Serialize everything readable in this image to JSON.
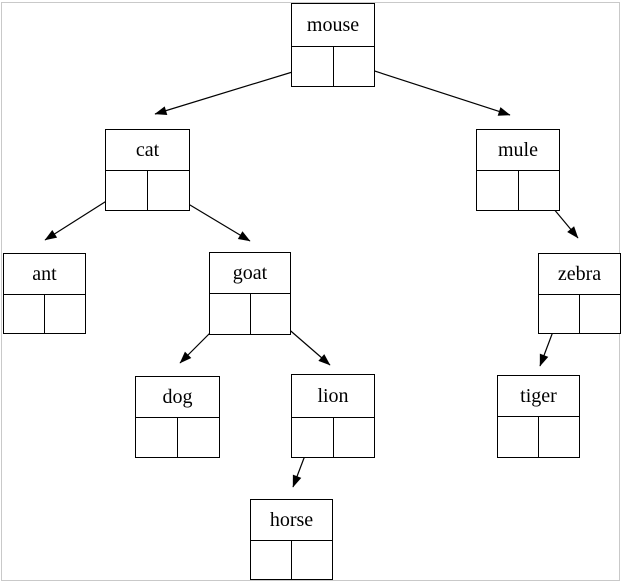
{
  "figure": {
    "type": "binary-tree-node-diagram",
    "background": "#ffffff",
    "frame_color": "#c9c9c9",
    "line_color": "#000000",
    "nodes": [
      {
        "id": "mouse",
        "label": "mouse"
      },
      {
        "id": "cat",
        "label": "cat"
      },
      {
        "id": "mule",
        "label": "mule"
      },
      {
        "id": "ant",
        "label": "ant"
      },
      {
        "id": "goat",
        "label": "goat"
      },
      {
        "id": "zebra",
        "label": "zebra"
      },
      {
        "id": "dog",
        "label": "dog"
      },
      {
        "id": "lion",
        "label": "lion"
      },
      {
        "id": "tiger",
        "label": "tiger"
      },
      {
        "id": "horse",
        "label": "horse"
      }
    ],
    "edges": [
      {
        "from": "mouse",
        "pointer": "left",
        "to": "cat"
      },
      {
        "from": "mouse",
        "pointer": "right",
        "to": "mule"
      },
      {
        "from": "cat",
        "pointer": "left",
        "to": "ant"
      },
      {
        "from": "cat",
        "pointer": "right",
        "to": "goat"
      },
      {
        "from": "goat",
        "pointer": "left",
        "to": "dog"
      },
      {
        "from": "goat",
        "pointer": "right",
        "to": "lion"
      },
      {
        "from": "lion",
        "pointer": "left",
        "to": "horse"
      },
      {
        "from": "mule",
        "pointer": "right",
        "to": "zebra"
      },
      {
        "from": "zebra",
        "pointer": "left",
        "to": "tiger"
      }
    ]
  }
}
